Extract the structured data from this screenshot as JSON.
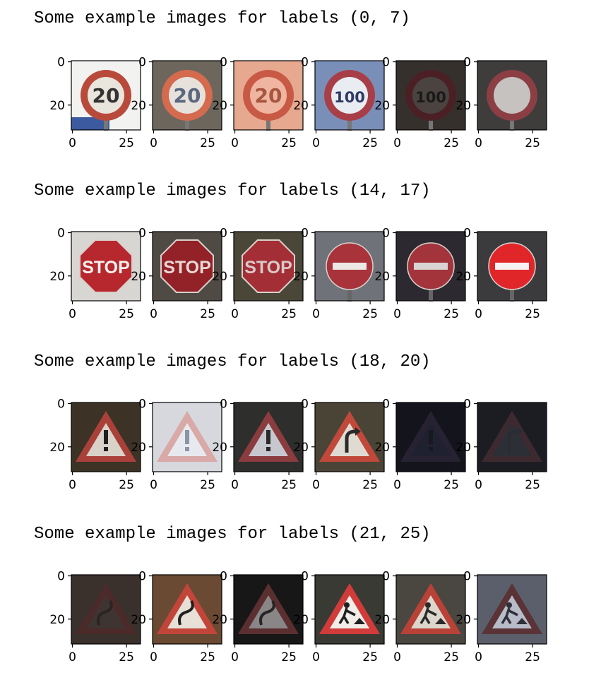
{
  "chart_data": {
    "type": "image-grid",
    "rows": [
      {
        "title": "Some example images for labels (0, 7)",
        "panels": [
          {
            "sign": "speed",
            "text": "20",
            "bg": "#f2f2f0",
            "ring": "#b84a3c",
            "face": "#e9e4dc",
            "ink": "#333333",
            "hasBlueBar": true
          },
          {
            "sign": "speed",
            "text": "20",
            "bg": "#6c665d",
            "ring": "#d46a4e",
            "face": "#e6e2db",
            "ink": "#5c6880",
            "hasBlueBar": false
          },
          {
            "sign": "speed",
            "text": "20",
            "bg": "#e6a88f",
            "ring": "#c85a45",
            "face": "#efb5a0",
            "ink": "#a7563f",
            "hasBlueBar": false
          },
          {
            "sign": "speed",
            "text": "100",
            "bg": "#7a8fb8",
            "ring": "#a83f48",
            "face": "#e9edf1",
            "ink": "#2f3a66",
            "hasBlueBar": false
          },
          {
            "sign": "speed",
            "text": "100",
            "bg": "#35302c",
            "ring": "#4b2025",
            "face": "#4a4340",
            "ink": "#1a1a1a",
            "hasBlueBar": false
          },
          {
            "sign": "speed",
            "text": "",
            "bg": "#3f3d3b",
            "ring": "#8b3f45",
            "face": "#c5c2c0",
            "ink": "#b7b0ad",
            "hasBlueBar": false
          }
        ]
      },
      {
        "title": "Some example images for labels (14, 17)",
        "panels": [
          {
            "sign": "stop",
            "text": "STOP",
            "bg": "#d8d6d2",
            "face": "#b7282e",
            "ink": "#f4f1ee"
          },
          {
            "sign": "stop",
            "text": "STOP",
            "bg": "#4f4a44",
            "face": "#922227",
            "ink": "#e8d8d5"
          },
          {
            "sign": "stop",
            "text": "STOP",
            "bg": "#4a4738",
            "face": "#a32e35",
            "ink": "#d9c8c9"
          },
          {
            "sign": "noentry",
            "text": "",
            "bg": "#6f7278",
            "face": "#a8333a",
            "ink": "#ece8e6"
          },
          {
            "sign": "noentry",
            "text": "",
            "bg": "#2c2a30",
            "face": "#a3343b",
            "ink": "#d9d3d3"
          },
          {
            "sign": "noentry",
            "text": "",
            "bg": "#3b3a3c",
            "face": "#e1262a",
            "ink": "#f7f3f3"
          }
        ]
      },
      {
        "title": "Some example images for labels (18, 20)",
        "panels": [
          {
            "sign": "warning",
            "symbol": "exclaim",
            "bg": "#3c3326",
            "edge": "#a9413a",
            "face": "#d9d2c8",
            "ink": "#1f1f1f"
          },
          {
            "sign": "warning",
            "symbol": "exclaim",
            "bg": "#d6d8de",
            "edge": "#d8a9a6",
            "face": "#e8e9ee",
            "ink": "#8a94a6"
          },
          {
            "sign": "warning",
            "symbol": "exclaim",
            "bg": "#2e2e2c",
            "edge": "#8a3c3f",
            "face": "#c7c8cf",
            "ink": "#2a2a2a"
          },
          {
            "sign": "warning",
            "symbol": "curve",
            "bg": "#4a4436",
            "edge": "#c0493b",
            "face": "#e0dbd2",
            "ink": "#2a2a2a"
          },
          {
            "sign": "warning",
            "symbol": "exclaim",
            "bg": "#14141c",
            "edge": "#262232",
            "face": "#1f2030",
            "ink": "#181820"
          },
          {
            "sign": "warning",
            "symbol": "curve",
            "bg": "#1c1d22",
            "edge": "#3d2a30",
            "face": "#2d2f36",
            "ink": "#2a2c33"
          }
        ]
      },
      {
        "title": "Some example images for labels (21, 25)",
        "panels": [
          {
            "sign": "warning",
            "symbol": "double-curve",
            "bg": "#3a302c",
            "edge": "#4c2a2a",
            "face": "#3e3533",
            "ink": "#2a2422"
          },
          {
            "sign": "warning",
            "symbol": "double-curve",
            "bg": "#6a4a32",
            "edge": "#c2453a",
            "face": "#e7e0d6",
            "ink": "#1f1f1f"
          },
          {
            "sign": "warning",
            "symbol": "double-curve",
            "bg": "#171717",
            "edge": "#5b2f30",
            "face": "#8a8586",
            "ink": "#262626"
          },
          {
            "sign": "warning",
            "symbol": "roadwork",
            "bg": "#3a3a34",
            "edge": "#d13b3a",
            "face": "#f1ede8",
            "ink": "#202020"
          },
          {
            "sign": "warning",
            "symbol": "roadwork",
            "bg": "#4a4640",
            "edge": "#b84237",
            "face": "#ddd6cc",
            "ink": "#2a2a2a"
          },
          {
            "sign": "warning",
            "symbol": "roadwork",
            "bg": "#5b5f6b",
            "edge": "#5a3336",
            "face": "#b8bcc8",
            "ink": "#2f3038"
          }
        ]
      }
    ],
    "axes": {
      "xlim": [
        -0.5,
        31.5
      ],
      "ylim": [
        31.5,
        -0.5
      ],
      "xticks": [
        0,
        25
      ],
      "yticks": [
        0,
        20
      ]
    }
  }
}
